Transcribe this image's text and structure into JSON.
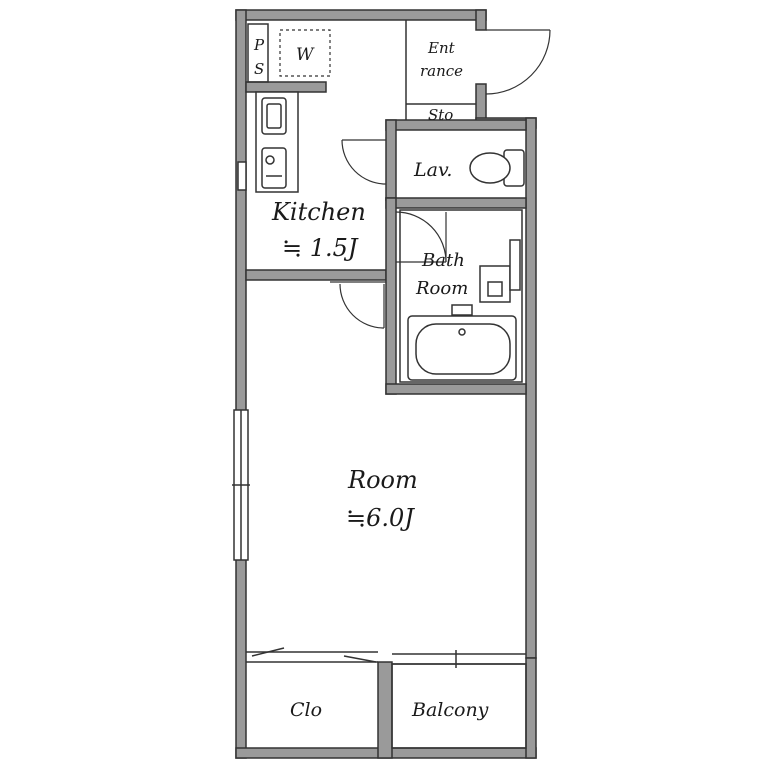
{
  "rooms": {
    "ps_top": "P",
    "ps_bottom": "S",
    "washer": "W",
    "entrance_line1": "Ent",
    "entrance_line2": "rance",
    "storage": "Sto",
    "lavatory": "Lav.",
    "kitchen": "Kitchen",
    "kitchen_size": "≒ 1.5J",
    "bath_line1": "Bath",
    "bath_line2": "Room",
    "room": "Room",
    "room_size": "≒6.0J",
    "closet": "Clo",
    "balcony": "Balcony"
  }
}
